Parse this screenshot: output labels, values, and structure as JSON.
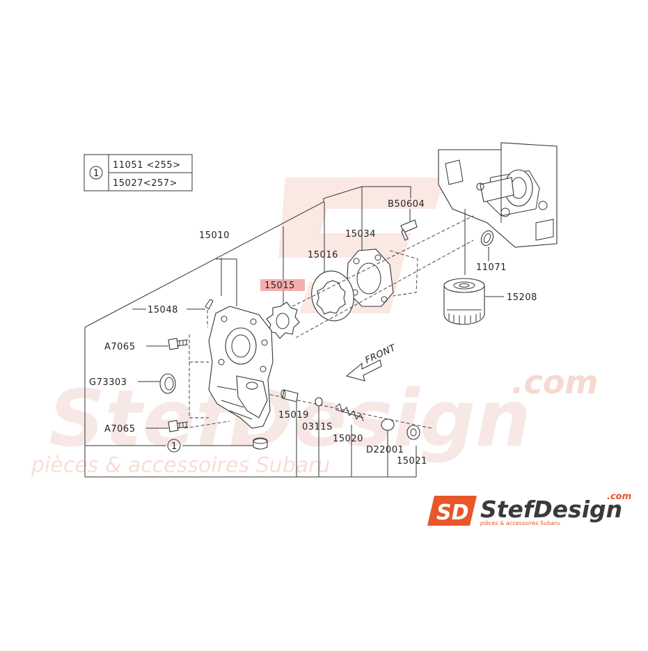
{
  "diagram": {
    "reference_table": {
      "marker": "1",
      "rows": [
        "11051 <255>",
        "15027<257>"
      ]
    },
    "callouts": {
      "p15010": "15010",
      "p15015": "15015",
      "p15016": "15016",
      "p15034": "15034",
      "pB50604": "B50604",
      "p11071": "11071",
      "p15208": "15208",
      "p15048": "15048",
      "pA7065a": "A7065",
      "pG73303": "G73303",
      "pA7065b": "A7065",
      "p15019": "15019",
      "p0311S": "0311S",
      "p15020": "15020",
      "pD22001": "D22001",
      "p15021": "15021",
      "marker_bottom": "1"
    },
    "front_arrow_label": "FRONT",
    "highlight_color": "#f2a0a0"
  },
  "watermark": {
    "brand": "StefDesign",
    "dotcom": ".com",
    "tagline": "pièces & accessoires Subaru"
  },
  "logo": {
    "mark": "SD",
    "brand": "StefDesign",
    "dotcom": ".com",
    "tagline": "pièces & accessoires Subaru",
    "accent_color": "#e8562a"
  }
}
